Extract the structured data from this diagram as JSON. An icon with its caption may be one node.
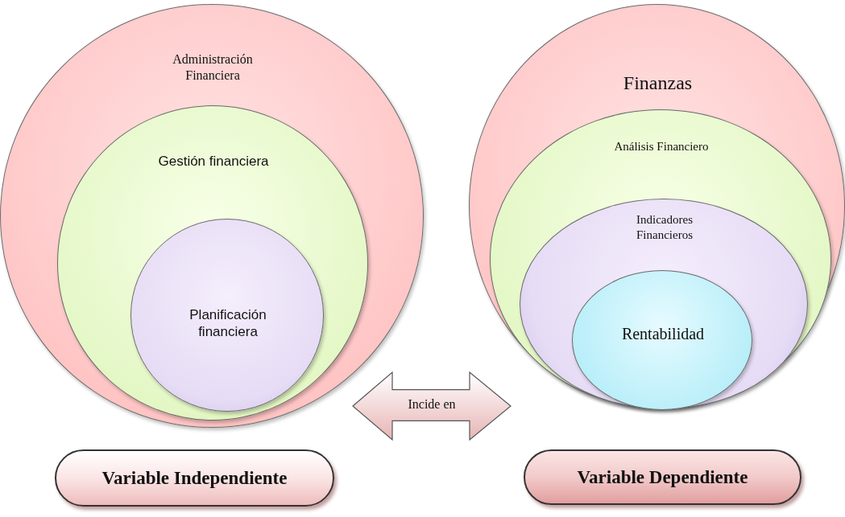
{
  "diagram": {
    "nodes": [
      {
        "text": [
          "Administración Financiera"
        ]
      },
      {
        "text": [
          "Gestión financiera"
        ],
        "in": 0
      },
      {
        "text": [
          "Planificación financiera"
        ],
        "in": 1
      },
      {
        "text": [
          "Finanzas"
        ]
      },
      {
        "text": [
          "Análisis Financiero"
        ],
        "in": 3
      },
      {
        "text": [
          "Indicadores Financieros"
        ],
        "in": 4
      },
      {
        "text": [
          "Rentabilidad"
        ],
        "in": 5
      },
      {
        "text": [
          "Incide en"
        ]
      },
      {
        "text": [
          "Variable Independiente"
        ]
      },
      {
        "text": [
          "Variable Dependiente"
        ]
      }
    ],
    "edges": []
  }
}
